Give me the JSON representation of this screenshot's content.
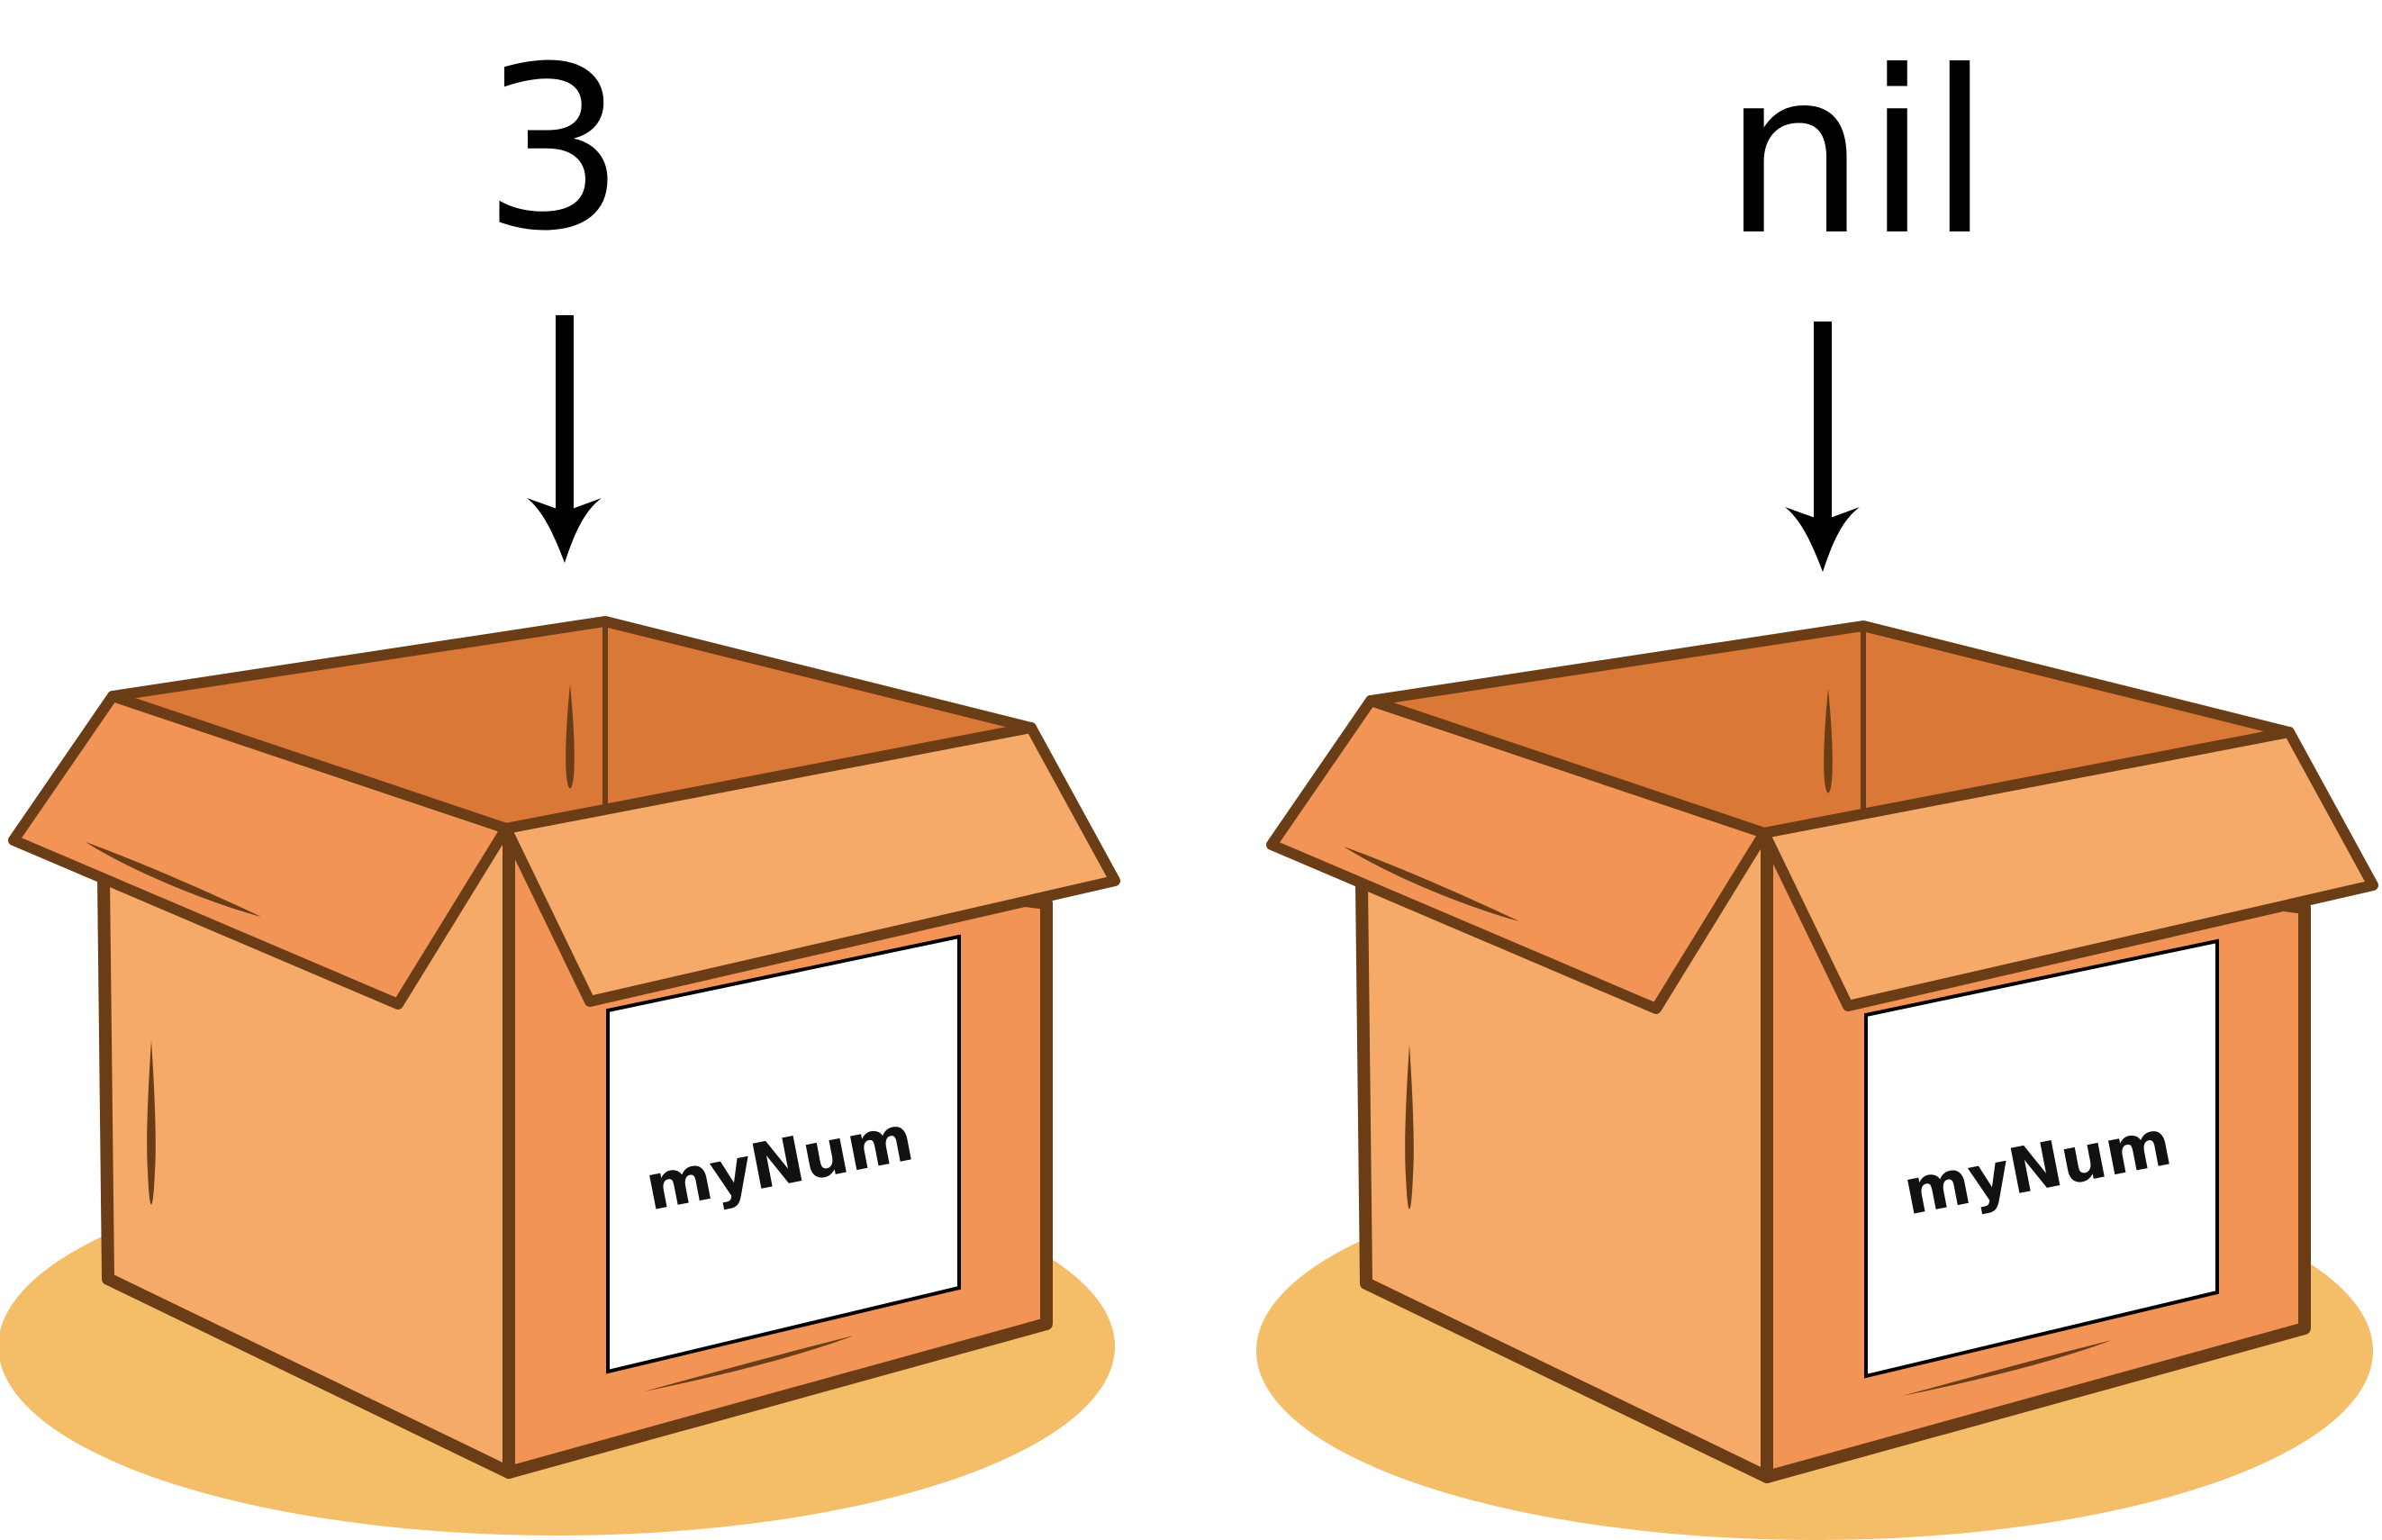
{
  "boxes": [
    {
      "value": "3",
      "label": "myNum"
    },
    {
      "value": "nil",
      "label": "myNum"
    }
  ],
  "colors": {
    "outline": "#6b3d17",
    "flap_left": "#f19455",
    "flap_right": "#f6aa6a",
    "inside": "#d97837",
    "front": "#f6aa6a",
    "side": "#f19455",
    "shadow": "#f4be69",
    "label_bg": "#ffffff",
    "arrow": "#000000"
  }
}
